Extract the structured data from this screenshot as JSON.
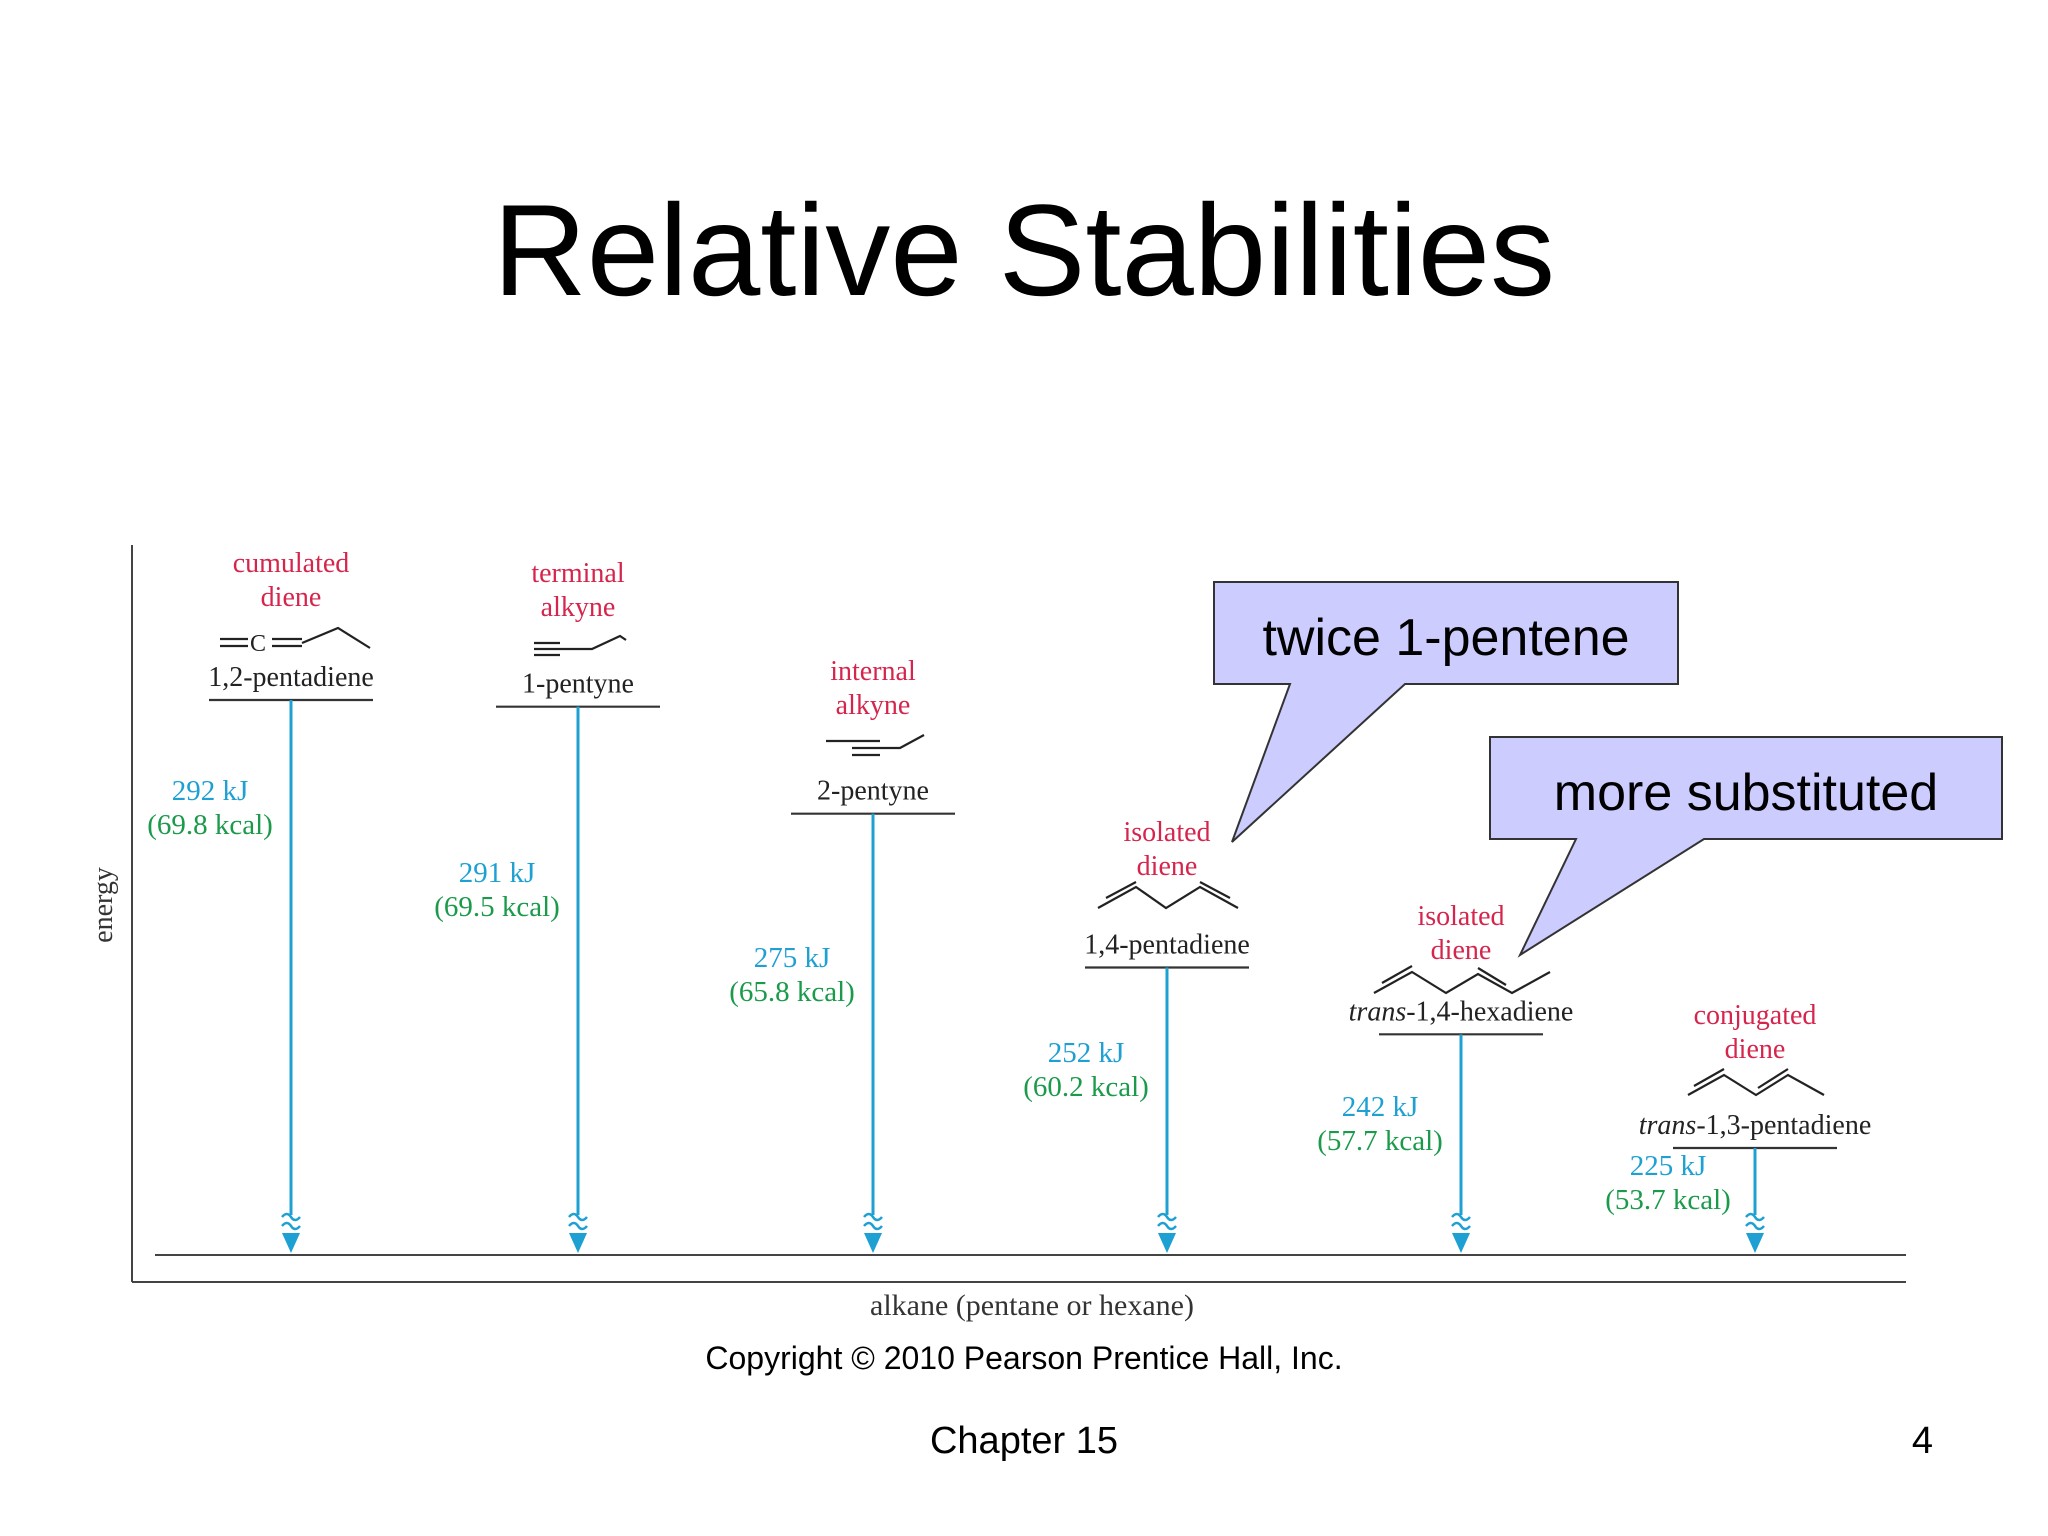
{
  "slide": {
    "title": "Relative Stabilities",
    "copyright": "Copyright © 2010 Pearson Prentice Hall, Inc.",
    "chapter": "Chapter 15",
    "page_number": "4"
  },
  "diagram": {
    "y_axis_label": "energy",
    "x_axis_label": "alkane (pentane or hexane)",
    "colors": {
      "category": "#d6254d",
      "kj": "#1ea0d2",
      "kcal": "#1a9a4a",
      "arrow": "#1ea0d2",
      "callout_fill": "#ccccff"
    },
    "compounds": [
      {
        "category": [
          "cumulated",
          "diene"
        ],
        "name": "1,2-pentadiene",
        "name_prefix": "",
        "kj": "292 kJ",
        "kcal": "(69.8 kcal)",
        "energy_kj": 292
      },
      {
        "category": [
          "terminal",
          "alkyne"
        ],
        "name": "1-pentyne",
        "name_prefix": "",
        "kj": "291 kJ",
        "kcal": "(69.5 kcal)",
        "energy_kj": 291
      },
      {
        "category": [
          "internal",
          "alkyne"
        ],
        "name": "2-pentyne",
        "name_prefix": "",
        "kj": "275 kJ",
        "kcal": "(65.8 kcal)",
        "energy_kj": 275
      },
      {
        "category": [
          "isolated",
          "diene"
        ],
        "name": "1,4-pentadiene",
        "name_prefix": "",
        "kj": "252 kJ",
        "kcal": "(60.2 kcal)",
        "energy_kj": 252
      },
      {
        "category": [
          "isolated",
          "diene"
        ],
        "name": "-1,4-hexadiene",
        "name_prefix": "trans",
        "kj": "242 kJ",
        "kcal": "(57.7 kcal)",
        "energy_kj": 242
      },
      {
        "category": [
          "conjugated",
          "diene"
        ],
        "name": "-1,3-pentadiene",
        "name_prefix": "trans",
        "kj": "225 kJ",
        "kcal": "(53.7 kcal)",
        "energy_kj": 225
      }
    ],
    "callouts": [
      {
        "text": "twice 1-pentene"
      },
      {
        "text": "more substituted"
      }
    ]
  }
}
